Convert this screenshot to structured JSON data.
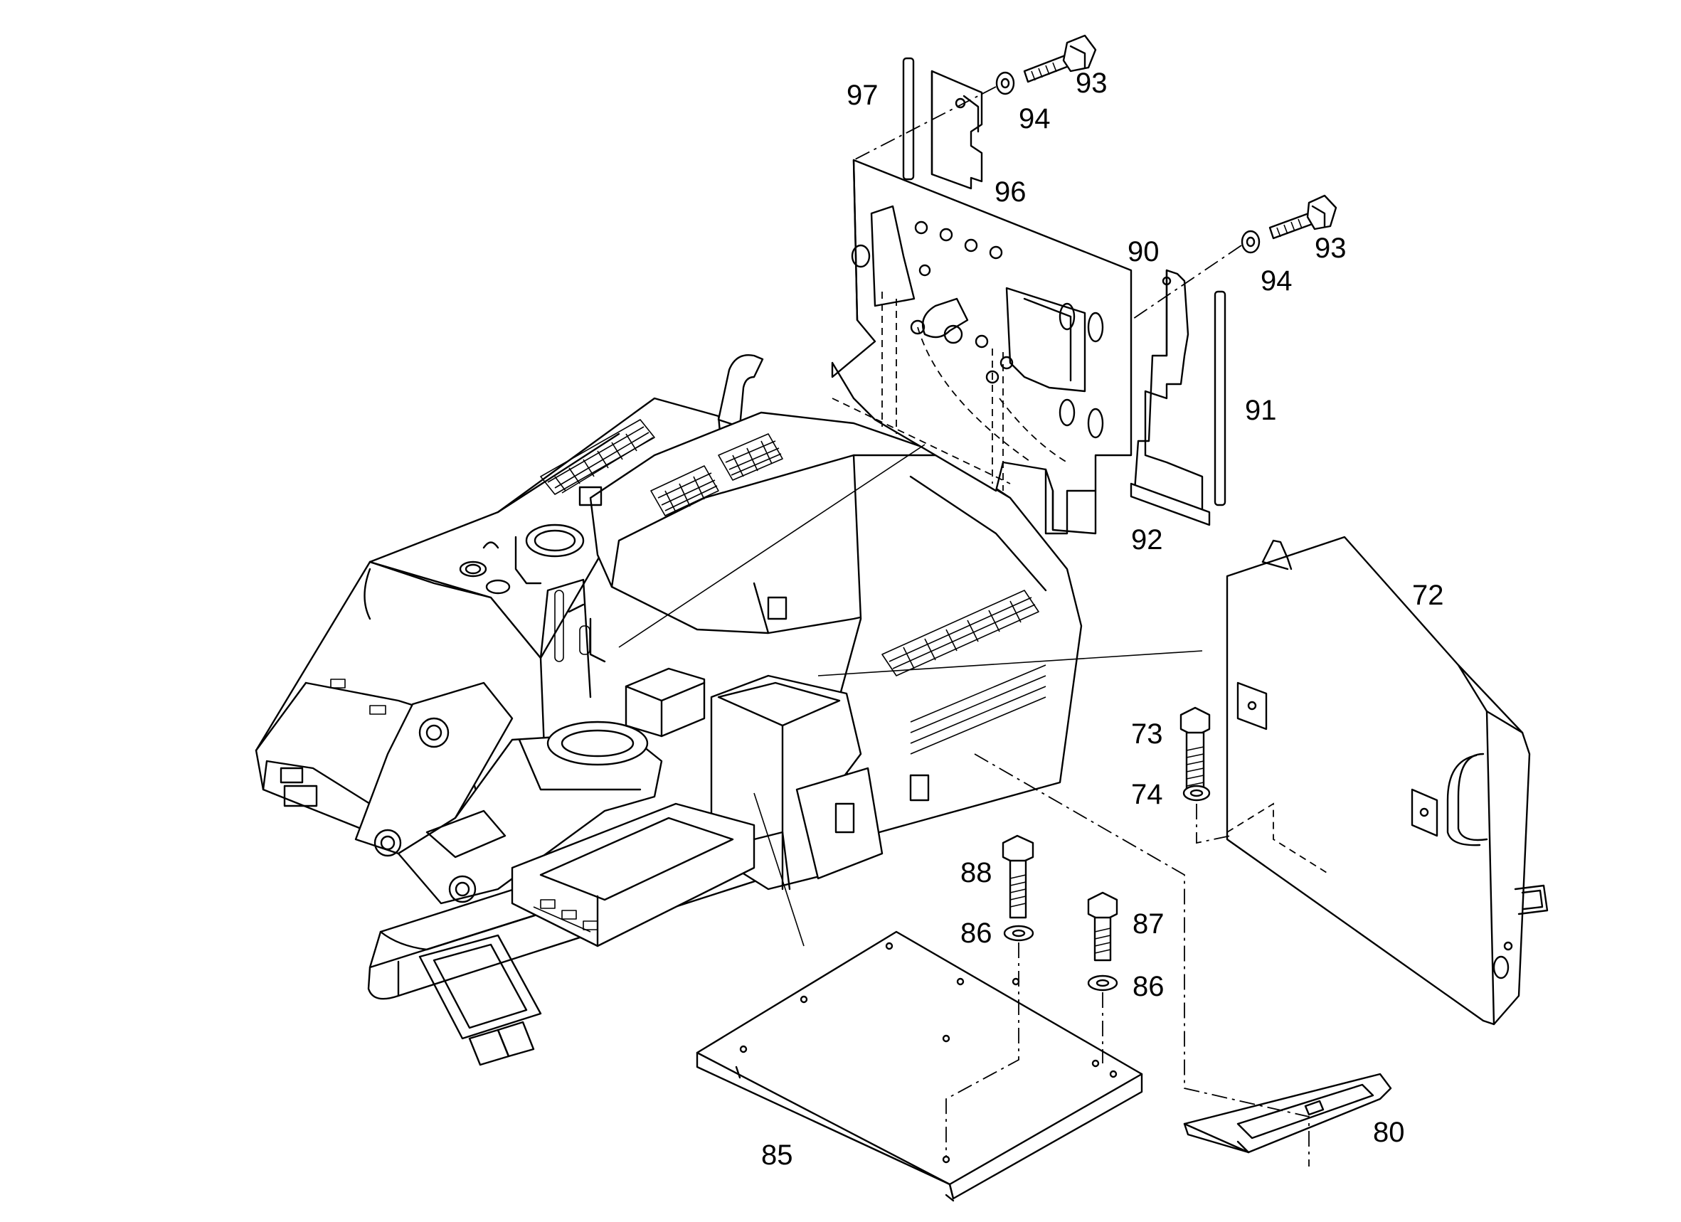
{
  "callouts": {
    "c97": "97",
    "c93a": "93",
    "c94a": "94",
    "c96": "96",
    "c90": "90",
    "c93b": "93",
    "c94b": "94",
    "c91": "91",
    "c92": "92",
    "c72": "72",
    "c73": "73",
    "c74": "74",
    "c88": "88",
    "c86a": "86",
    "c87": "87",
    "c86b": "86",
    "c80": "80",
    "c85": "85"
  }
}
